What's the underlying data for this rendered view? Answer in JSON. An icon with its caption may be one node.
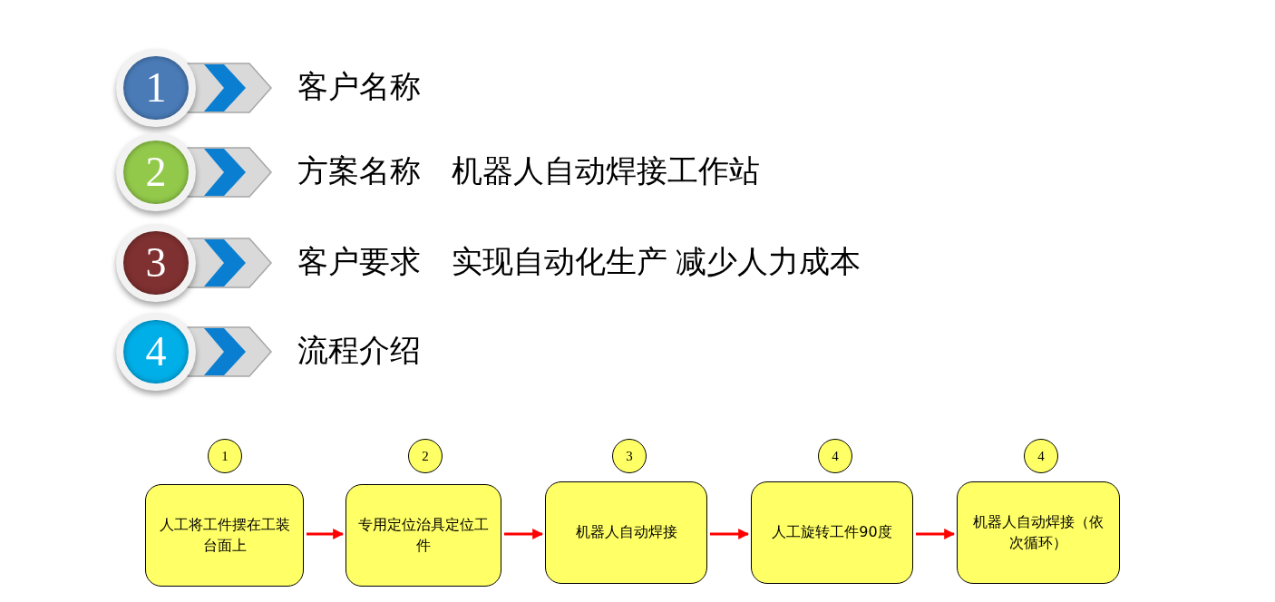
{
  "diagram": {
    "nodes": [
      {
        "text": [
          "1"
        ],
        "beside": [
          "客户名称"
        ]
      },
      {
        "text": [
          "2"
        ],
        "beside": [
          "方案名称",
          "机器人自动焊接工作站"
        ]
      },
      {
        "text": [
          "3"
        ],
        "beside": [
          "客户要求",
          "实现自动化生产 减少人力成本"
        ]
      },
      {
        "text": [
          "4"
        ],
        "beside": [
          "流程介绍"
        ]
      },
      {
        "text": [
          "1"
        ]
      },
      {
        "text": [
          "2"
        ]
      },
      {
        "text": [
          "3"
        ]
      },
      {
        "text": [
          "4"
        ]
      },
      {
        "text": [
          "4"
        ]
      },
      {
        "text": [
          "人工将工件摆在工装台面上"
        ]
      },
      {
        "text": [
          "专用定位治具定位工件"
        ]
      },
      {
        "text": [
          "机器人自动焊接"
        ]
      },
      {
        "text": [
          "人工旋转工件90度"
        ]
      },
      {
        "text": [
          "机器人自动焊接（依次循环）"
        ]
      }
    ],
    "edges": [
      {
        "from": 9,
        "to": 10,
        "arrow": "to"
      },
      {
        "from": 10,
        "to": 11,
        "arrow": "to"
      },
      {
        "from": 11,
        "to": 12,
        "arrow": "to"
      },
      {
        "from": 12,
        "to": 13,
        "arrow": "to"
      }
    ]
  }
}
